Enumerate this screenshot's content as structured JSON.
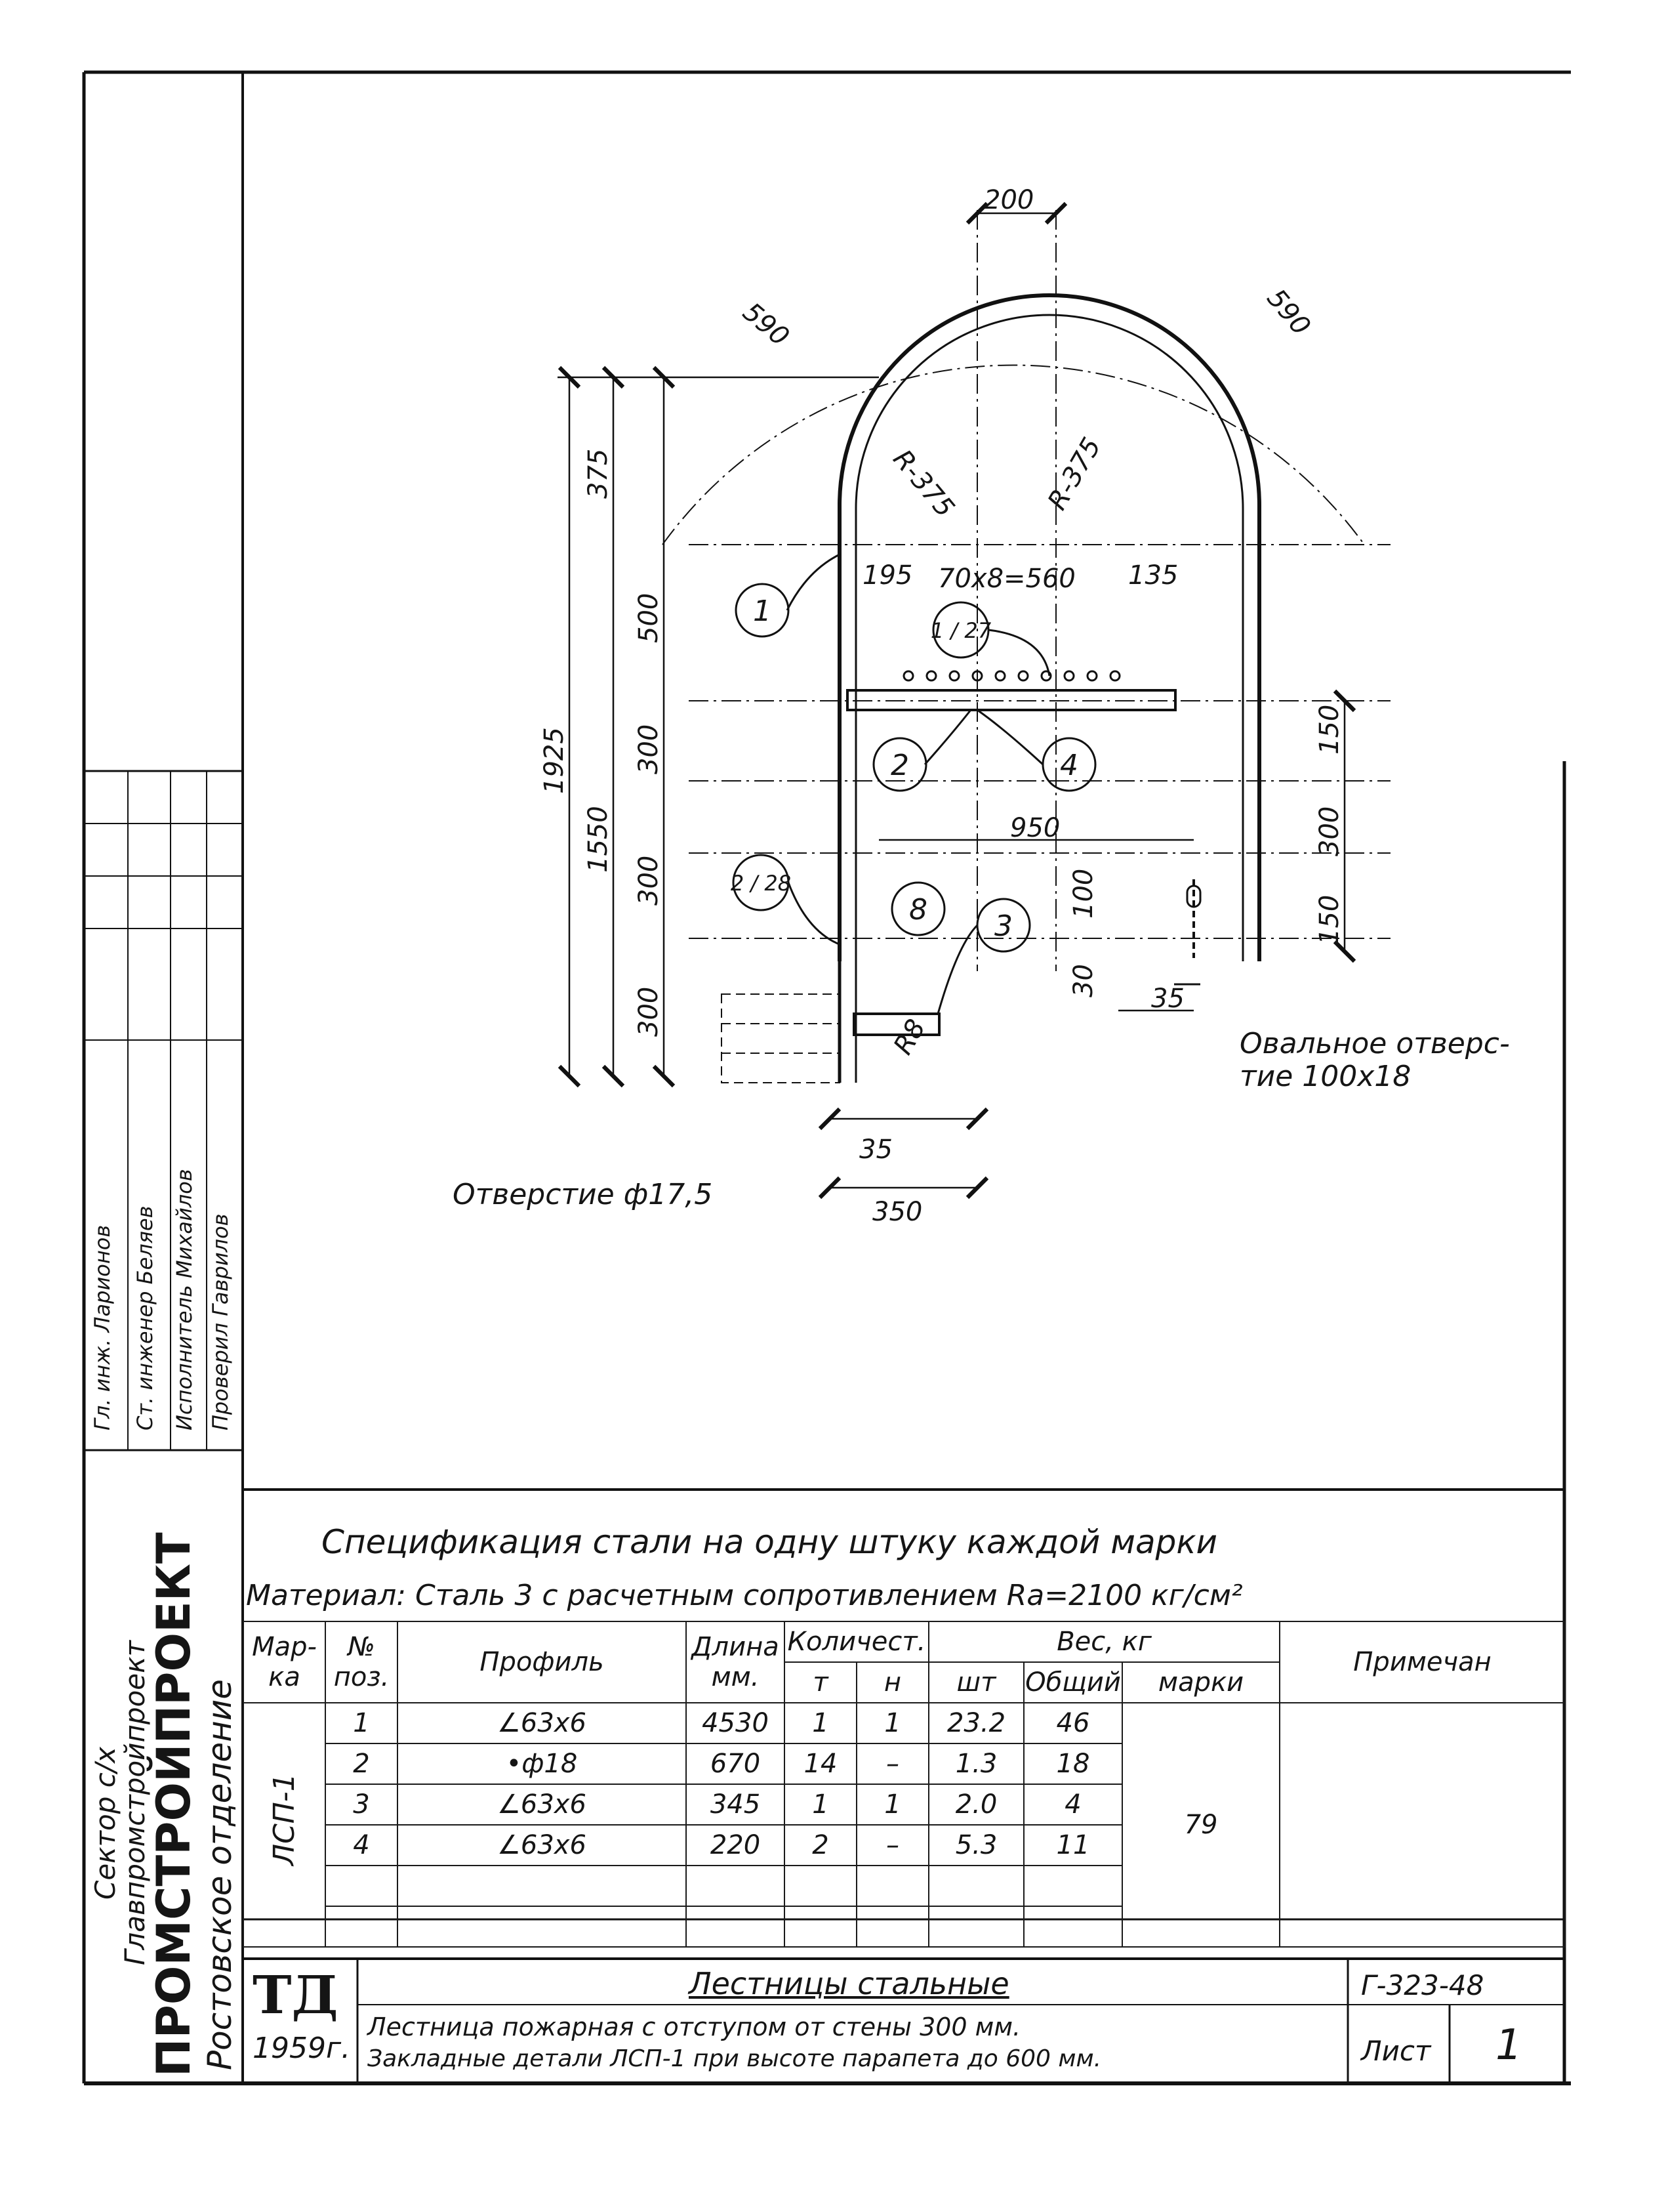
{
  "drawing": {
    "dims": {
      "d200": "200",
      "arc_left": "590",
      "arc_right": "590",
      "r_left": "R-375",
      "r_right": "R-375",
      "d375": "375",
      "d500": "500",
      "d1925": "1925",
      "d1550": "1550",
      "d300a": "300",
      "d300b": "300",
      "d300c": "300",
      "d195": "195",
      "rungs": "70x8=560",
      "d135": "135",
      "d150a": "150",
      "d300r": "300",
      "d150b": "150",
      "d950": "950",
      "d100": "100",
      "d30": "30",
      "d35a": "35",
      "d35b": "35",
      "d350": "350",
      "r8": "R8"
    },
    "callouts": {
      "c1": "1",
      "c2": "2",
      "c4": "4",
      "c8": "8",
      "c3": "3",
      "c1_27": "1 / 27",
      "c2_28": "2 / 28"
    },
    "notes": {
      "hole": "Отверстие ф17,5",
      "oval_hole_1": "Овальное отверс-",
      "oval_hole_2": "тие 100х18"
    }
  },
  "spec": {
    "title": "Спецификация стали на одну штуку каждой марки",
    "material": "Материал: Сталь 3 с расчетным сопротивлением Rа=2100 кг/см²",
    "headers": {
      "mark_1": "Мар-",
      "mark_2": "ка",
      "pos_1": "№",
      "pos_2": "поз.",
      "profile": "Профиль",
      "length_1": "Длина",
      "length_2": "мм.",
      "qty": "Количест.",
      "qty_t": "т",
      "qty_n": "н",
      "weight": "Вес, кг",
      "w_pc": "шт",
      "w_total": "Общий",
      "w_mark": "марки",
      "notes": "Примечан"
    },
    "mark": "ЛСП-1",
    "rows": [
      {
        "pos": "1",
        "profile": "∠63х6",
        "length": "4530",
        "t": "1",
        "n": "1",
        "w_pc": "23.2",
        "w_total": "46"
      },
      {
        "pos": "2",
        "profile": "•ф18",
        "length": "670",
        "t": "14",
        "n": "–",
        "w_pc": "1.3",
        "w_total": "18"
      },
      {
        "pos": "3",
        "profile": "∠63х6",
        "length": "345",
        "t": "1",
        "n": "1",
        "w_pc": "2.0",
        "w_total": "4"
      },
      {
        "pos": "4",
        "profile": "∠63х6",
        "length": "220",
        "t": "2",
        "n": "–",
        "w_pc": "5.3",
        "w_total": "11"
      }
    ],
    "mark_weight": "79"
  },
  "stamp": {
    "td": "ТД",
    "year": "1959г.",
    "title": "Лестницы стальные",
    "desc_1": "Лестница пожарная с отступом от стены 300 мм.",
    "desc_2": "Закладные детали ЛСП-1 при высоте парапета до 600 мм.",
    "code": "Г-323-48",
    "sheet_label": "Лист",
    "sheet_no": "1"
  },
  "org": {
    "line1": "Сектор с/х",
    "line2": "Главпромстройпроект",
    "name": "ПРОМСТРОЙПРОЕКТ",
    "branch": "Ростовское отделение"
  },
  "signatures": {
    "s1": "Гл. инж. Ларионов",
    "s2": "Ст. инженер Беляев",
    "s3": "Исполнитель Михайлов",
    "s4": "Проверил Гаврилов"
  }
}
